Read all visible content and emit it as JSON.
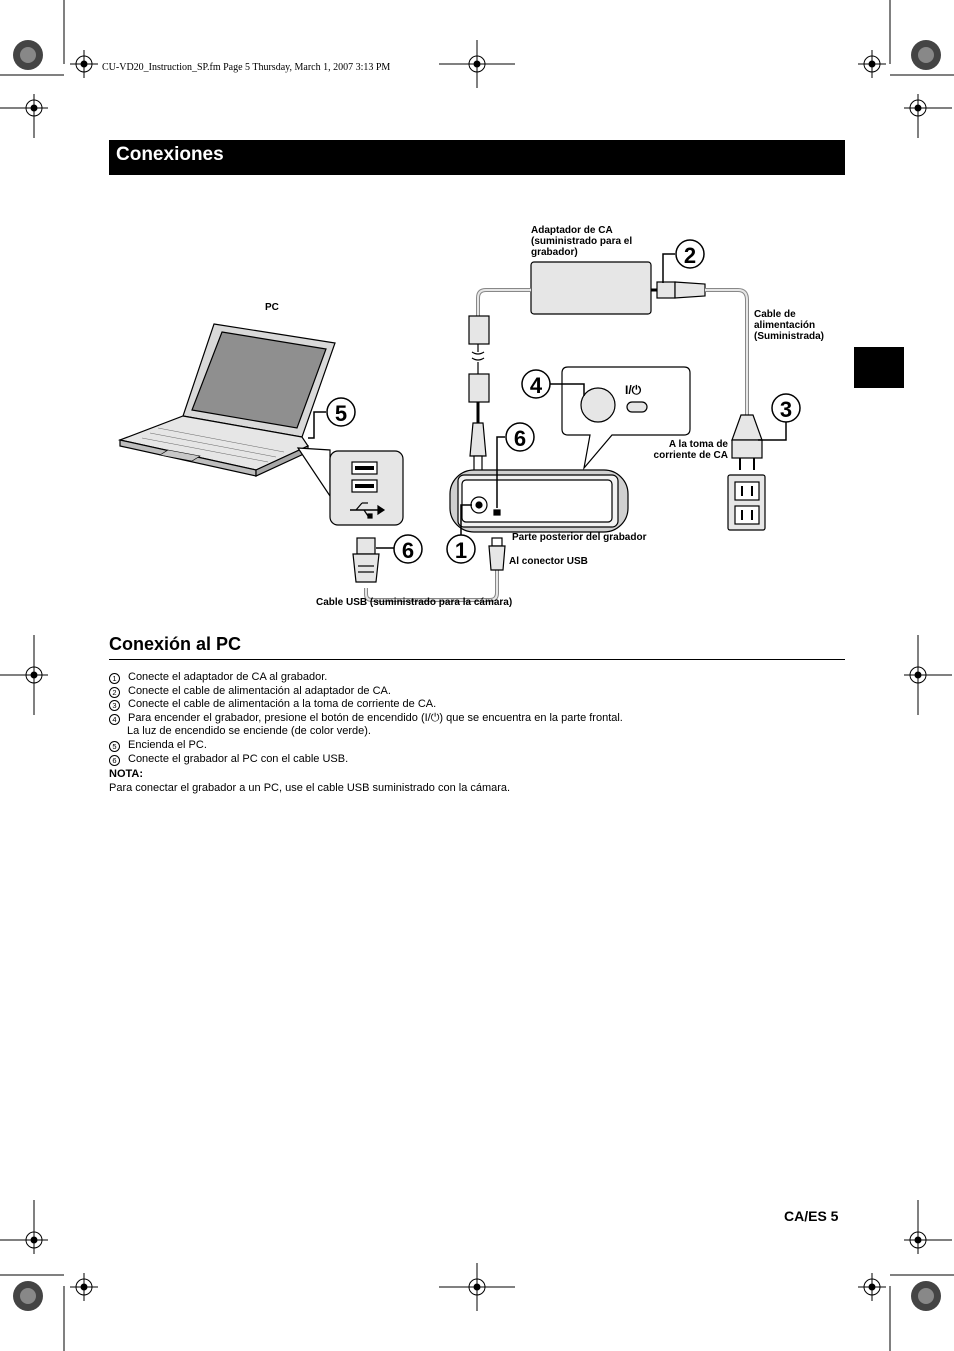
{
  "header": {
    "file_info": "CU-VD20_Instruction_SP.fm  Page 5  Thursday, March 1, 2007  3:13 PM"
  },
  "title": "Conexiones",
  "diagram": {
    "labels": {
      "pc": "PC",
      "ac_adapter": [
        "Adaptador de CA",
        "(suministrado para el",
        "grabador)"
      ],
      "power_cable": [
        "Cable de",
        "alimentación",
        "(Suministrada)"
      ],
      "ac_outlet": [
        "A la toma de",
        "corriente de CA"
      ],
      "recorder_rear": "Parte posterior del grabador",
      "usb_connector": "Al conector USB",
      "usb_cable": "Cable USB (suministrado para la cámara)",
      "power_symbol": "I/⏻"
    },
    "callouts": [
      "1",
      "2",
      "3",
      "4",
      "5",
      "6",
      "6"
    ]
  },
  "section": {
    "title": "Conexión al PC",
    "steps": [
      {
        "num": "1",
        "text": "Conecte el adaptador de CA al grabador."
      },
      {
        "num": "2",
        "text": "Conecte el cable de alimentación al adaptador de CA."
      },
      {
        "num": "3",
        "text": "Conecte el cable de alimentación a la toma de corriente de CA."
      },
      {
        "num": "4",
        "text": "Para encender el grabador, presione el botón de encendido (I/⏻) que se encuentra en la parte frontal.",
        "cont": "La luz de encendido se enciende (de color verde)."
      },
      {
        "num": "5",
        "text": "Encienda el PC."
      },
      {
        "num": "6",
        "text": "Conecte el grabador al PC con el cable USB."
      }
    ],
    "note_label": "NOTA:",
    "note_text": "Para conectar el grabador a un PC, use el cable USB suministrado con la cámara."
  },
  "footer": {
    "page_label": "CA/ES  5"
  }
}
